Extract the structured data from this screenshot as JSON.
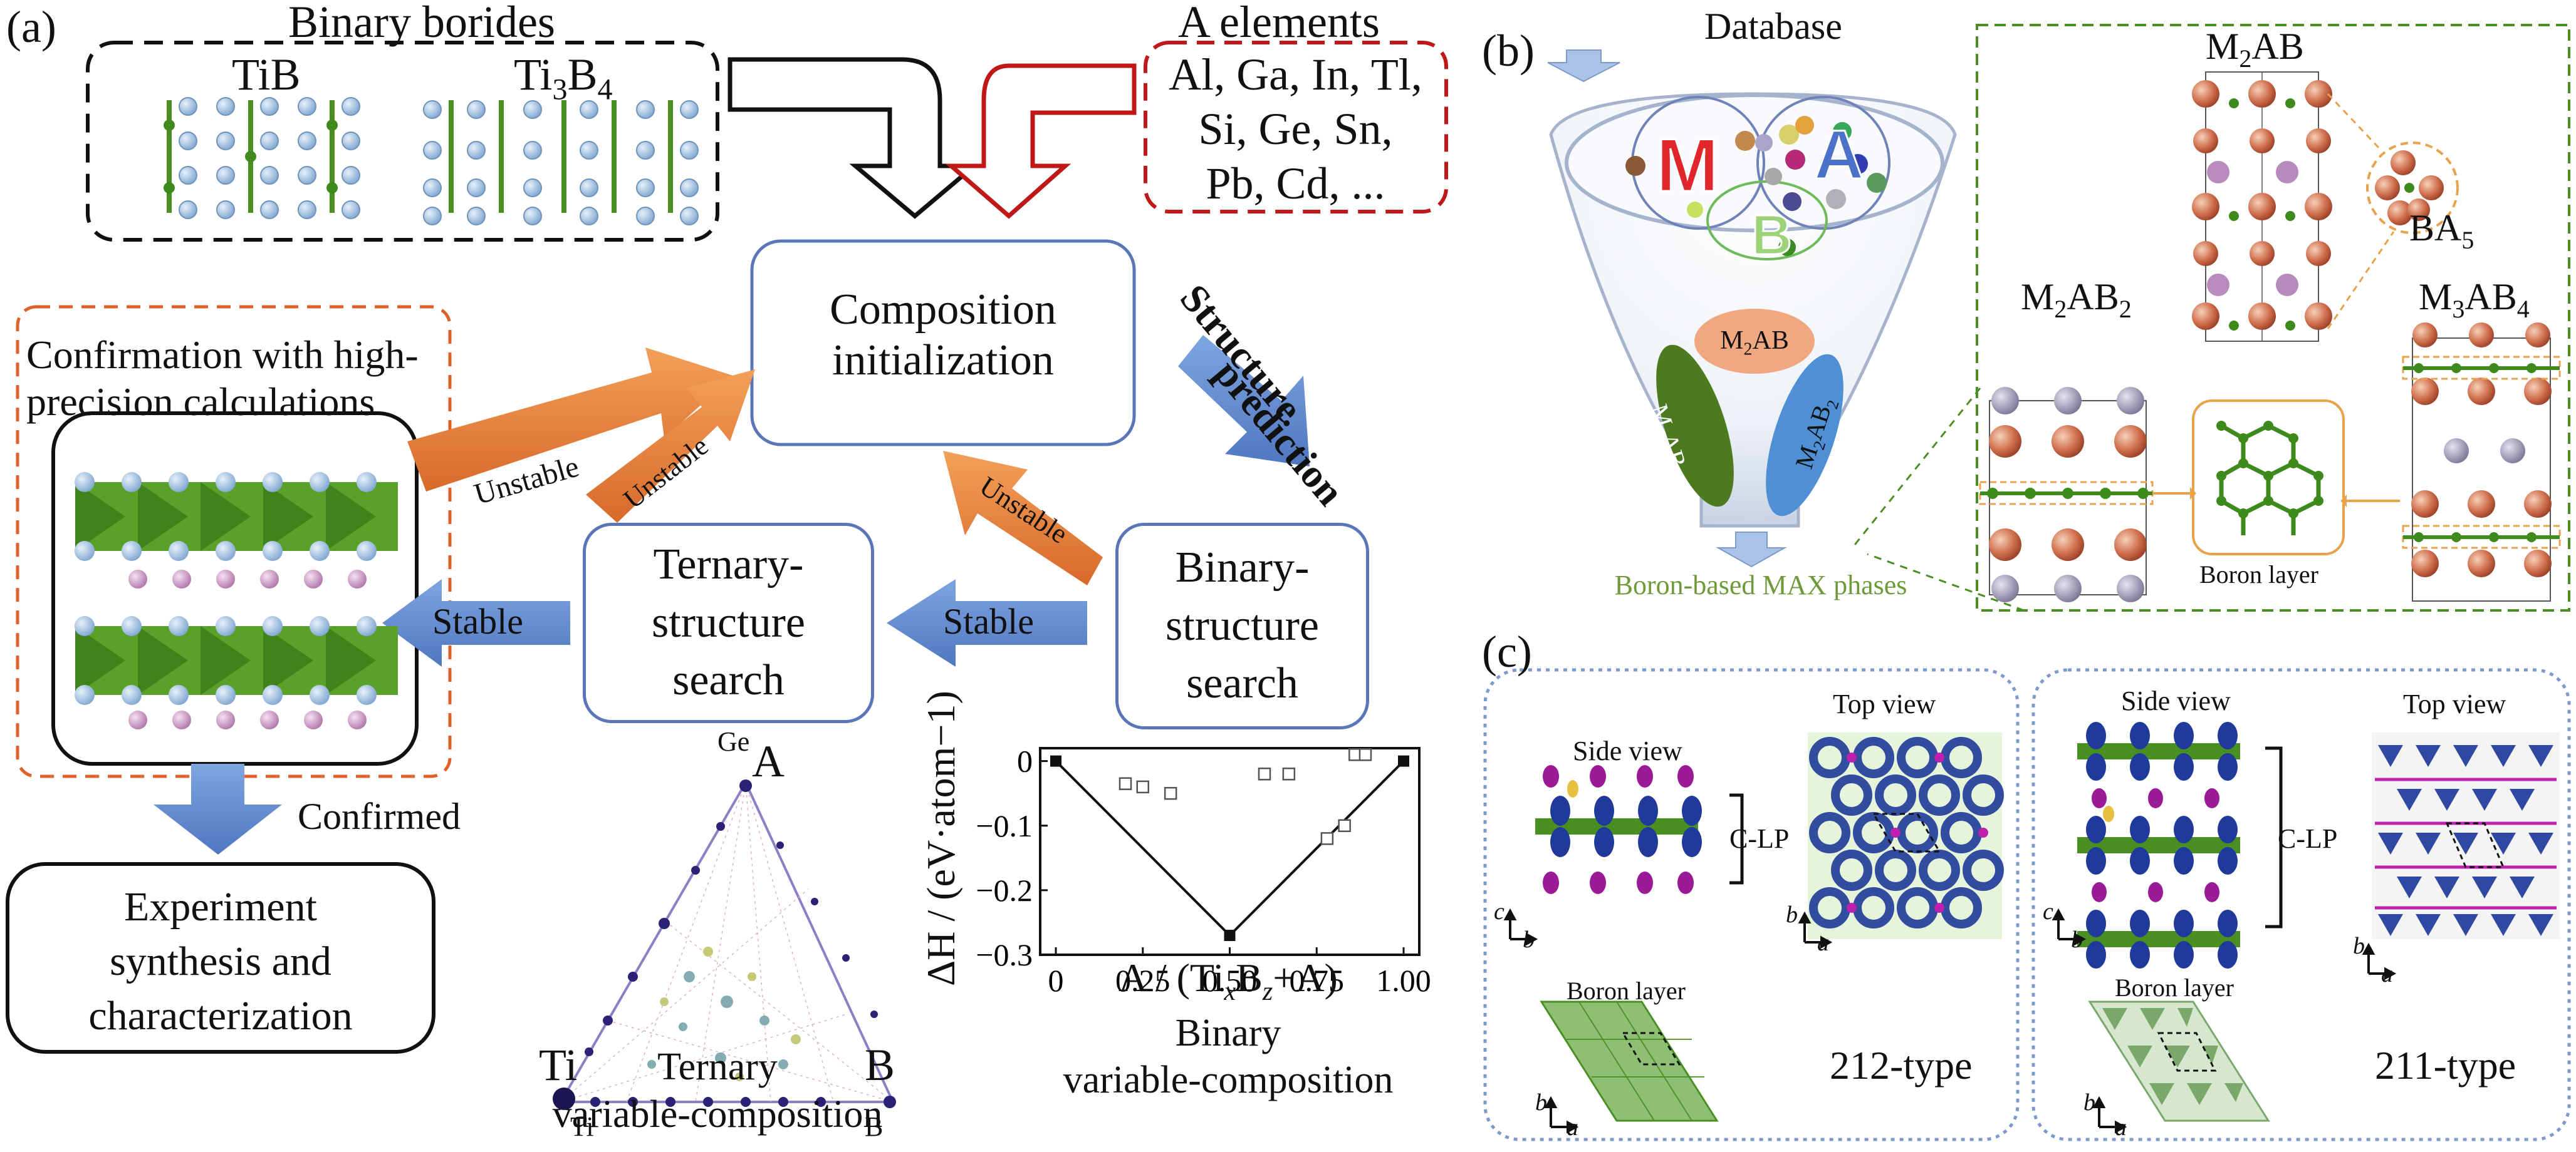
{
  "panels": {
    "a": {
      "tag": "(a)",
      "binary_borides": {
        "title": "Binary borides",
        "compound_1": "TiB",
        "compound_2": "Ti3B4",
        "compound_2_main": "Ti",
        "compound_2_sub1": "3",
        "compound_2_mid": "B",
        "compound_2_sub2": "4"
      },
      "a_elements": {
        "title": "A elements",
        "line1": "Al, Ga, In, Tl,",
        "line2": "Si, Ge, Sn,",
        "line3": "Pb, Cd, ..."
      },
      "composition_initialization": {
        "line1": "Composition",
        "line2": "initialization"
      },
      "structure_prediction": {
        "line1": "Structure",
        "line2": "prediction"
      },
      "binary_search": {
        "line1": "Binary-",
        "line2": "structure",
        "line3": "search"
      },
      "ternary_search": {
        "line1": "Ternary-",
        "line2": "structure",
        "line3": "search"
      },
      "confirmation": {
        "line1": "Confirmation with high-",
        "line2": "precision calculations"
      },
      "experiment": {
        "line1": "Experiment",
        "line2": "synthesis and",
        "line3": "characterization"
      },
      "arrows": {
        "unstable_1": "Unstable",
        "unstable_2": "Unstable",
        "unstable_3": "Unstable",
        "stable_1": "Stable",
        "stable_2": "Stable",
        "confirmed": "Confirmed"
      },
      "ternary_plot": {
        "vertex_top_element": "Ge",
        "vertex_top_label": "A",
        "vertex_left_label": "Ti",
        "vertex_left_element": "Ti",
        "vertex_right_label": "B",
        "vertex_right_element": "B",
        "caption_line1": "Ternary",
        "caption_line2": "variable-composition"
      },
      "binary_plot": {
        "caption_line1": "Binary",
        "caption_line2": "variable-composition"
      }
    },
    "b": {
      "tag": "(b)",
      "database": "Database",
      "funnel_letters": {
        "m": "M",
        "a": "A",
        "b": "B"
      },
      "funnel_phases": {
        "m2ab": "M2AB",
        "m2ab2_green": "M2AB2",
        "m2ab2_blue": "M2AB2"
      },
      "output_label": "Boron-based MAX phases",
      "structures": {
        "m2ab": "M2AB",
        "m2ab2": "M2AB2",
        "m3ab4": "M3AB4",
        "ba5": "BA5",
        "boron_layer": "Boron layer"
      }
    },
    "c": {
      "tag": "(c)",
      "left": {
        "side_view": "Side view",
        "top_view": "Top view",
        "c_lp": "C-LP",
        "boron_layer": "Boron layer",
        "type": "212-type",
        "axes_side": [
          "c",
          "b"
        ],
        "axes_top": [
          "b",
          "a"
        ],
        "axes_layer": [
          "b",
          "a"
        ]
      },
      "right": {
        "side_view": "Side view",
        "top_view": "Top view",
        "c_lp": "C-LP",
        "boron_layer": "Boron layer",
        "type": "211-type",
        "axes_side": [
          "c",
          "b"
        ],
        "axes_top": [
          "b",
          "a"
        ],
        "axes_layer": [
          "b",
          "a"
        ]
      }
    }
  },
  "chart_data": {
    "type": "scatter",
    "title": "",
    "xlabel": "A / (TixBz+A)",
    "xlabel_parts": {
      "pre": "A / (Ti",
      "s1": "x",
      "mid": "B",
      "s2": "z",
      "post": "+A)"
    },
    "ylabel": "ΔH / (eV·atom−1)",
    "xlim": [
      0,
      1.0
    ],
    "ylim": [
      -0.3,
      0.02
    ],
    "xticks": [
      "0",
      "0.25",
      "0.50",
      "0.75",
      "1.00"
    ],
    "xtick_values": [
      0,
      0.25,
      0.5,
      0.75,
      1.0
    ],
    "yticks": [
      "0",
      "−0.1",
      "−0.2",
      "−0.3"
    ],
    "ytick_values": [
      0,
      -0.1,
      -0.2,
      -0.3
    ],
    "series": [
      {
        "marker": "filled-square",
        "points": [
          [
            0,
            0
          ],
          [
            0.5,
            -0.27
          ],
          [
            1.0,
            0
          ]
        ]
      },
      {
        "marker": "open-square",
        "points": [
          [
            0.2,
            -0.035
          ],
          [
            0.25,
            -0.04
          ],
          [
            0.33,
            -0.05
          ],
          [
            0.6,
            -0.02
          ],
          [
            0.67,
            -0.02
          ],
          [
            0.78,
            -0.12
          ],
          [
            0.83,
            -0.1
          ],
          [
            0.86,
            0.01
          ],
          [
            0.89,
            0.01
          ]
        ]
      }
    ],
    "hull": [
      [
        0,
        0
      ],
      [
        0.5,
        -0.27
      ],
      [
        1.0,
        0
      ]
    ],
    "colors": {
      "flow_box": "#5876b8",
      "stable_arrow": "#6a8fd2",
      "unstable_arrow": "#e8823a",
      "a_elements_border": "#c01818",
      "boron_green": "#4a8f22",
      "funnel_m2ab": "#f0a880",
      "funnel_m2ab2_green": "#4d7a1e",
      "funnel_m2ab2_blue": "#4e8fd6"
    }
  }
}
